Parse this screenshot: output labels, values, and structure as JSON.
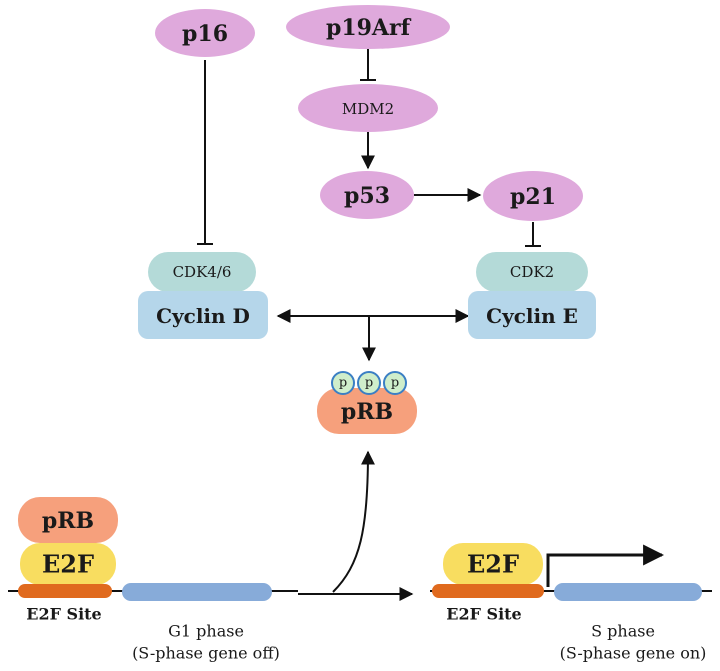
{
  "colors": {
    "regulator": "#dfa9dc",
    "cdk": "#b4dad8",
    "cyclin": "#b5d6ea",
    "prb": "#f6a07c",
    "e2f": "#f8dd60",
    "e2f_site": "#e06a1e",
    "gene": "#87abd9",
    "phosphate": "#cfeecb",
    "phosphate_ring": "#3b7fc4",
    "line": "#111111"
  },
  "nodes": {
    "p16": "p16",
    "p19arf": "p19Arf",
    "mdm2": "MDM2",
    "p53": "p53",
    "p21": "p21",
    "cdk46": "CDK4/6",
    "cyclin_d": "Cyclin D",
    "cdk2": "CDK2",
    "cyclin_e": "Cyclin E",
    "prb_phos": "pRB",
    "phosphate": "p",
    "prb_bound": "pRB",
    "e2f_left": "E2F",
    "e2f_right": "E2F"
  },
  "captions": {
    "e2f_site_left": "E2F Site",
    "g1_phase": "G1 phase",
    "g1_gene_state": "(S-phase gene off)",
    "e2f_site_right": "E2F Site",
    "s_phase": "S phase",
    "s_gene_state": "(S-phase gene on)"
  }
}
